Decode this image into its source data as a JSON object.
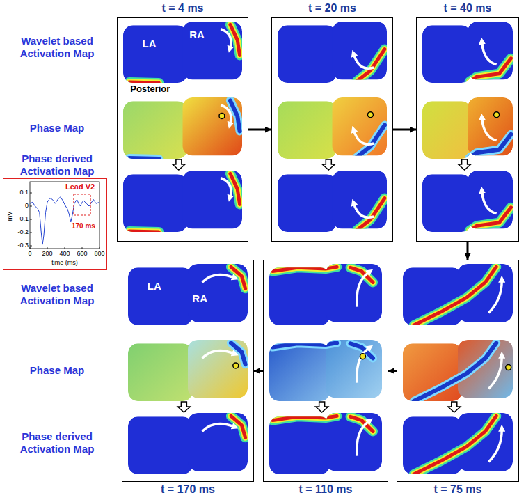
{
  "diagram": {
    "nodes": [
      {
        "text": [
          "t = 4 ms",
          "LA",
          "RA",
          "Posterior"
        ]
      },
      {
        "text": [
          "t = 20 ms"
        ]
      },
      {
        "text": [
          "t = 40 ms"
        ]
      },
      {
        "text": [
          "Lead V2",
          "170 ms",
          "mV",
          "0.1",
          "0",
          "-0.1",
          "-0.2",
          "-0.3",
          "0",
          "200",
          "400",
          "600",
          "800",
          "time (ms)"
        ]
      },
      {
        "text": [
          "t = 170 ms",
          "LA",
          "RA"
        ]
      },
      {
        "text": [
          "t = 110 ms"
        ]
      },
      {
        "text": [
          "t = 75 ms"
        ]
      }
    ],
    "edges": [
      {
        "from": 0,
        "to": 1,
        "arrow": "to"
      },
      {
        "from": 1,
        "to": 2,
        "arrow": "to"
      },
      {
        "from": 2,
        "to": 6,
        "arrow": "to"
      },
      {
        "from": 6,
        "to": 5,
        "arrow": "to"
      },
      {
        "from": 5,
        "to": 4,
        "arrow": "to"
      }
    ],
    "labels": [
      "Wavelet based Activation Map",
      "Phase Map",
      "Phase derived Activation Map",
      "Wavelet based Activation Map",
      "Phase Map",
      "Phase derived Activation Map"
    ]
  }
}
